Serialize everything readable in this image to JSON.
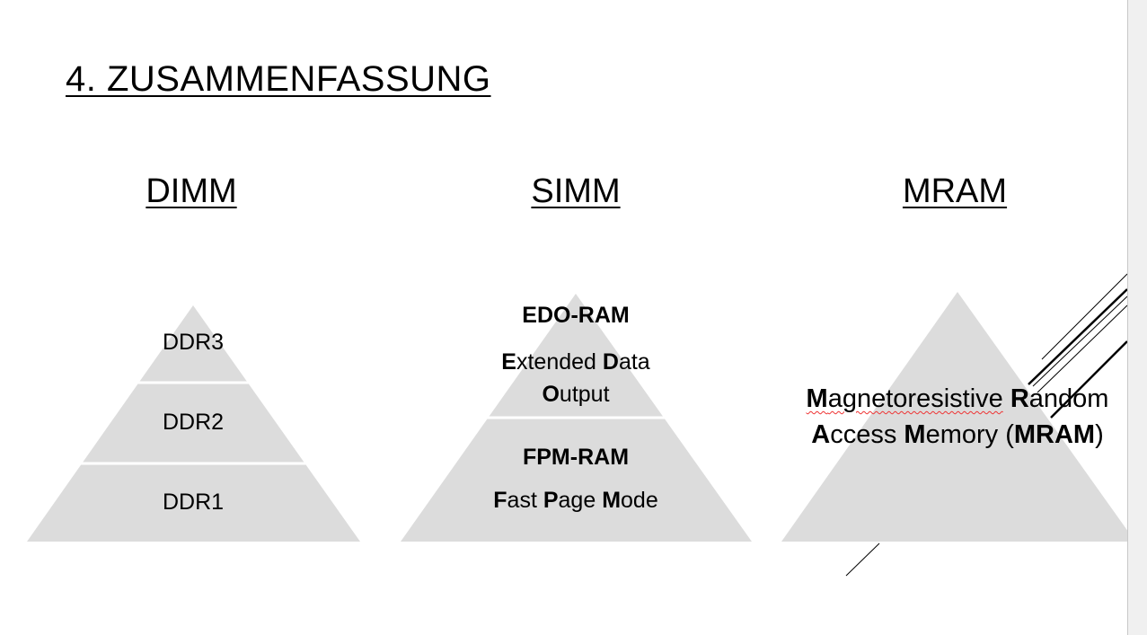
{
  "slide": {
    "title": "4. ZUSAMMENFASSUNG",
    "columns": [
      {
        "heading": "DIMM",
        "layers": [
          "DDR3",
          "DDR2",
          "DDR1"
        ]
      },
      {
        "heading": "SIMM",
        "top": {
          "name": "EDO-RAM",
          "desc_parts": [
            "E",
            "xtended ",
            "D",
            "ata",
            "O",
            "utput"
          ]
        },
        "bottom": {
          "name": "FPM-RAM",
          "desc_parts": [
            "F",
            "ast ",
            "P",
            "age ",
            "M",
            "ode"
          ]
        }
      },
      {
        "heading": "MRAM",
        "line1_parts": [
          "M",
          "agnetoresistive",
          " ",
          "R",
          "andom"
        ],
        "line2_parts": [
          "A",
          "ccess ",
          "M",
          "emory (",
          "MRAM",
          ")"
        ]
      }
    ]
  },
  "colors": {
    "pyramid": "#dcdcdc",
    "background": "#ffffff"
  }
}
